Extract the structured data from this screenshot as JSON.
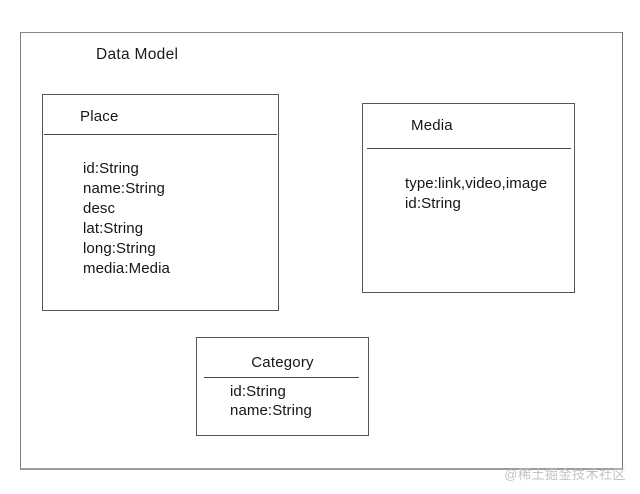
{
  "page": {
    "watermark": "@稀土掘金技术社区"
  },
  "diagram": {
    "title": "Data Model",
    "entities": [
      {
        "name": "Place",
        "fields": [
          "id:String",
          "name:String",
          "desc",
          "lat:String",
          "long:String",
          "media:Media"
        ]
      },
      {
        "name": "Media",
        "fields": [
          "type:link,video,image",
          "id:String"
        ]
      },
      {
        "name": "Category",
        "fields": [
          "id:String",
          "name:String"
        ]
      }
    ]
  },
  "colors": {
    "background": "#ffffff",
    "entity_border": "#565656",
    "frame_border": "#8a8a8a",
    "text": "#1c1c1c",
    "watermark": "#c3c3c3"
  }
}
